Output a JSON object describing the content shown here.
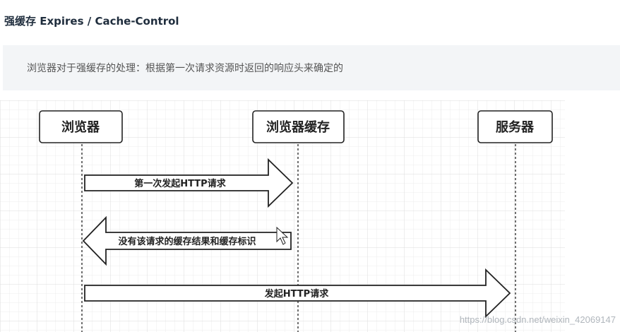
{
  "header": {
    "title": "强缓存 Expires / Cache-Control"
  },
  "note": {
    "text": "浏览器对于强缓存的处理：根据第一次请求资源时返回的响应头来确定的"
  },
  "diagram": {
    "actors": [
      {
        "label": "浏览器"
      },
      {
        "label": "浏览器缓存"
      },
      {
        "label": "服务器"
      }
    ],
    "messages": [
      {
        "label": "第一次发起HTTP请求"
      },
      {
        "label": "没有该请求的缓存结果和缓存标识"
      },
      {
        "label": "发起HTTP请求"
      }
    ],
    "colors": {
      "grid": "#e6e6e6",
      "stroke": "#222222"
    }
  },
  "watermark": {
    "text": "https://blog.csdn.net/weixin_42069147"
  }
}
